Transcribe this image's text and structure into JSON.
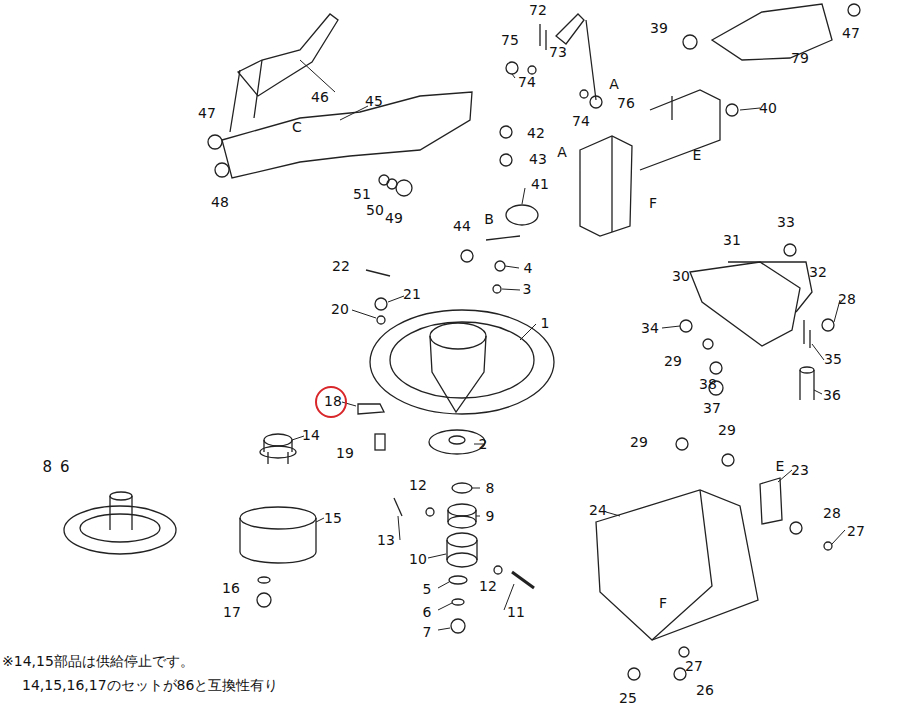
{
  "diagram": {
    "labels": [
      "72",
      "75",
      "73",
      "74",
      "74",
      "A",
      "76",
      "39",
      "79",
      "47",
      "46",
      "47",
      "45",
      "C",
      "40",
      "42",
      "43",
      "A",
      "E",
      "41",
      "B",
      "F",
      "48",
      "51",
      "50",
      "49",
      "44",
      "4",
      "33",
      "31",
      "32",
      "22",
      "21",
      "3",
      "30",
      "28",
      "20",
      "1",
      "34",
      "35",
      "29",
      "38",
      "36",
      "18",
      "37",
      "14",
      "2",
      "29",
      "29",
      "E",
      "23",
      "19",
      "12",
      "8",
      "15",
      "9",
      "24",
      "28",
      "27",
      "13",
      "10",
      "12",
      "5",
      "11",
      "16",
      "17",
      "6",
      "7",
      "F",
      "27",
      "25",
      "26",
      "86",
      "※14,15部品は供給停止です。",
      "14,15,16,17のセットが86と互換性有り"
    ]
  }
}
